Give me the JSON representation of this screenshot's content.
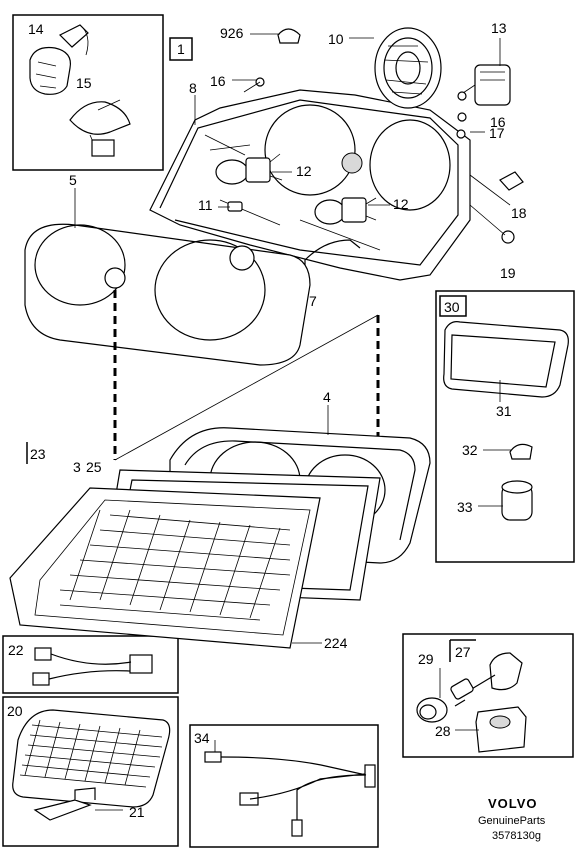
{
  "callouts": {
    "c1": "1",
    "c926": "926",
    "c10": "10",
    "c13": "13",
    "c14": "14",
    "c15": "15",
    "c16a": "16",
    "c16b": "16",
    "c8": "8",
    "c17a": "17",
    "c5": "5",
    "c12a": "12",
    "c12b": "12",
    "c11": "11",
    "c18": "18",
    "c19": "19",
    "c7": "7",
    "c30": "30",
    "c31": "31",
    "c4": "4",
    "c23": "23",
    "c3": "3",
    "c25": "25",
    "c32": "32",
    "c33": "33",
    "c224": "224",
    "c22": "22",
    "c29": "29",
    "c27": "27",
    "c28": "28",
    "c20": "20",
    "c34": "34",
    "c21": "21"
  },
  "brand": {
    "logo": "VOLVO",
    "line1": "GenuineParts",
    "line2": "3578130g"
  }
}
